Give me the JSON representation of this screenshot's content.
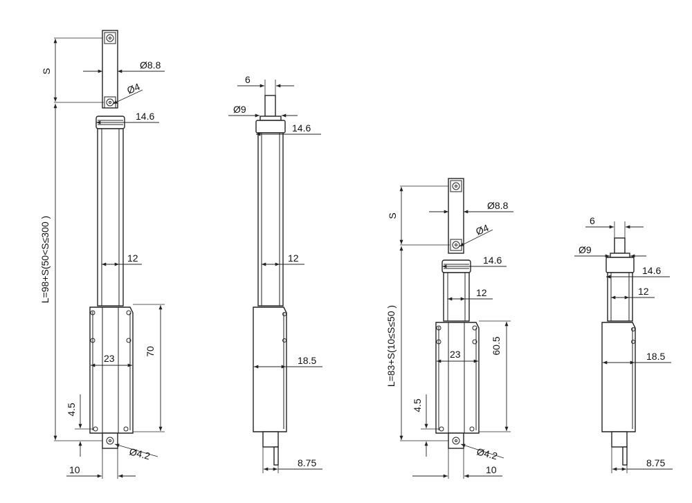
{
  "diagram": {
    "drawing_a_side": {
      "stroke_label": "S",
      "total_length_label": "L=98+S(50<S≤300 )",
      "rod_end_diameter": "Ø8.8",
      "rod_hole_diameter": "Ø4",
      "collar_width": "14.6",
      "rod_width": "12",
      "body_width": "23",
      "body_length": "70",
      "hole_offset": "4.5",
      "base_hole_diameter": "Ø4.2",
      "base_offset": "10"
    },
    "drawing_a_front": {
      "tip_width": "6",
      "tip_diameter": "Ø9",
      "collar_width": "14.6",
      "rod_width": "12",
      "body_width": "18.5",
      "base_offset": "8.75"
    },
    "drawing_b_side": {
      "stroke_label": "S",
      "total_length_label": "L=83+S(10≤S≤50 )",
      "rod_end_diameter": "Ø8.8",
      "rod_hole_diameter": "Ø4",
      "collar_width": "14.6",
      "rod_width": "12",
      "body_width": "23",
      "body_length": "60.5",
      "hole_offset": "4.5",
      "base_hole_diameter": "Ø4.2",
      "base_offset": "10"
    },
    "drawing_b_front": {
      "tip_width": "6",
      "tip_diameter": "Ø9",
      "collar_width": "14.6",
      "rod_width": "12",
      "body_width": "18.5",
      "base_offset": "8.75"
    }
  }
}
